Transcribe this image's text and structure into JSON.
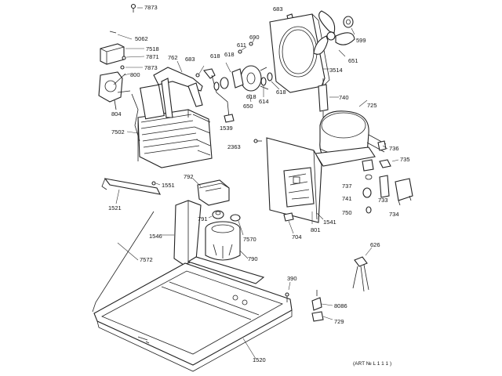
{
  "labels": {
    "l7873a": "7873",
    "l5062": "5062",
    "l7518": "7518",
    "l7871": "7871",
    "l7873b": "7873",
    "l800": "800",
    "l804": "804",
    "l762": "762",
    "l683a": "683",
    "l618a": "618",
    "l618b": "618",
    "l611": "611",
    "l690": "690",
    "l683b": "683",
    "l599": "599",
    "l651": "651",
    "l3514": "3514",
    "l618c": "618",
    "l650": "650",
    "l614": "614",
    "l618d": "618",
    "l1539": "1539",
    "l740": "740",
    "l725": "725",
    "l7502": "7502",
    "l2363": "2363",
    "l736a": "736",
    "l735": "735",
    "l737": "737",
    "l741": "741",
    "l733": "733",
    "l734": "734",
    "l750": "750",
    "l1551": "1551",
    "l792": "792",
    "l1521": "1521",
    "l791": "791",
    "l1546": "1546",
    "l7570": "7570",
    "l7572": "7572",
    "l790": "790",
    "l704": "704",
    "l801": "801",
    "l1541": "1541",
    "l626": "626",
    "l390": "390",
    "l8086": "8086",
    "l729": "729",
    "l1520": "1520",
    "art": "(ART № L 1 1 1 )"
  }
}
